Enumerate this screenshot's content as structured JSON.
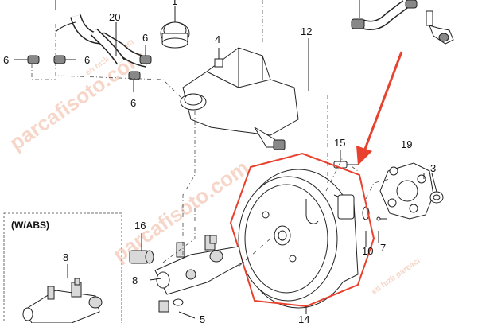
{
  "labels": {
    "n1": "1",
    "n20": "20",
    "n6a": "6",
    "n6b": "6",
    "n6c": "6",
    "n6d": "6",
    "n4": "4",
    "n12": "12",
    "n15": "15",
    "n19": "19",
    "n3": "3",
    "n16": "16",
    "n8a": "8",
    "n8b": "8",
    "n10": "10",
    "n7": "7",
    "n5": "5",
    "n14": "14"
  },
  "abs_box_label": "(W/ABS)",
  "watermarks": [
    "parcafisoto.com",
    "parcafisoto.com",
    "en hızlı parçacı",
    "en hızlı parçacı"
  ],
  "colors": {
    "highlight": "#e8412e",
    "arrow": "#e8412e",
    "watermark": "#f6d6c9"
  }
}
